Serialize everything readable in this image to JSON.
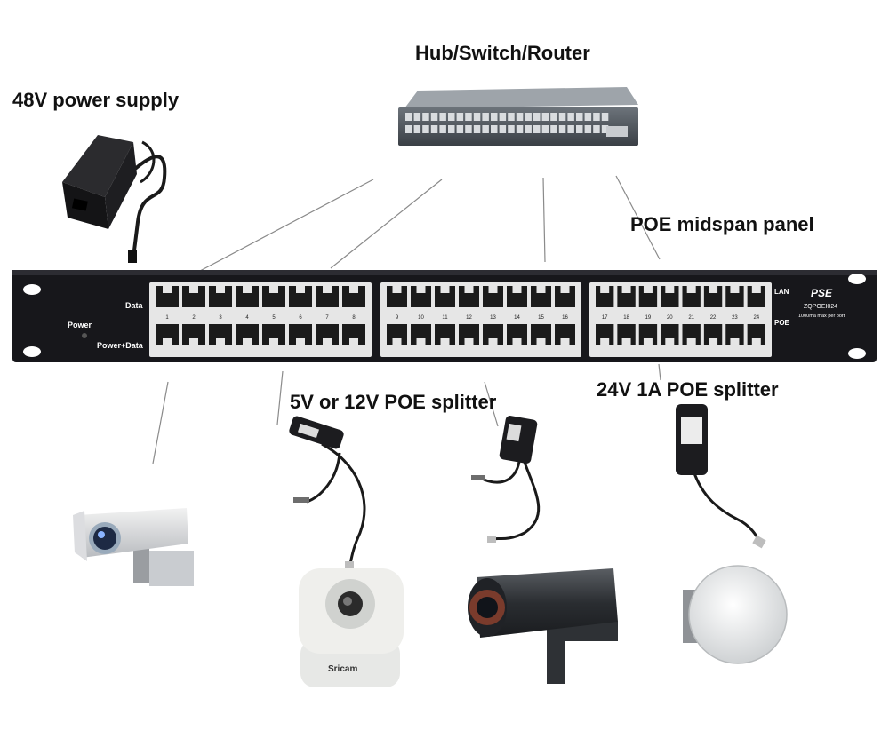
{
  "labels": {
    "hub": "Hub/Switch/Router",
    "power_supply": "48V power supply",
    "midspan_panel": "POE midspan panel",
    "splitter_5v_12v": "5V or 12V POE splitter",
    "splitter_24v": "24V 1A POE splitter"
  },
  "panel": {
    "row_data": "Data",
    "row_power_data": "Power+Data",
    "power_led_label": "Power",
    "lan": "LAN",
    "poe": "POE",
    "brand": "PSE",
    "model": "ZQPOEI024",
    "spec": "1000ma max per port",
    "port_numbers": [
      "1",
      "2",
      "3",
      "4",
      "5",
      "6",
      "7",
      "8",
      "9",
      "10",
      "11",
      "12",
      "13",
      "14",
      "15",
      "16",
      "17",
      "18",
      "19",
      "20",
      "21",
      "22",
      "23",
      "24"
    ]
  },
  "camera_brand": "Sricam",
  "colors": {
    "panel_body": "#17171b",
    "port_frame": "#e6e6e6",
    "switch_body": "#4a4f55",
    "connector_line": "#8a8a8a",
    "cable": "#1a1a1a"
  }
}
